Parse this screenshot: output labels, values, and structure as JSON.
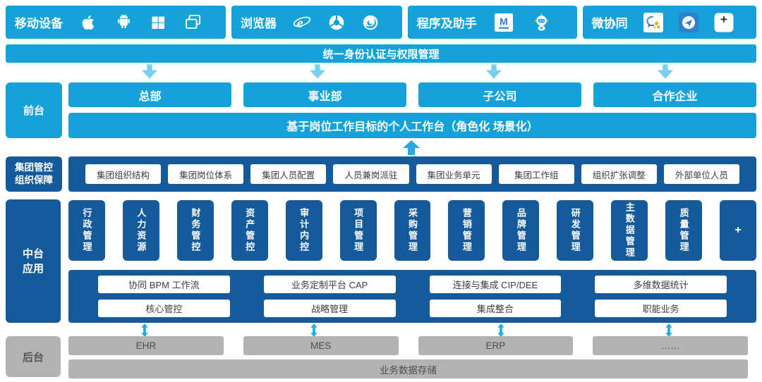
{
  "colors": {
    "cyan": "#14a2d8",
    "dark_blue": "#155a9b",
    "gray_box": "#b3b3b3",
    "light_arrow": "#79cfee",
    "solid_arrow": "#29a9e0"
  },
  "access_row": {
    "mobile": {
      "label": "移动设备",
      "icons": [
        "apple-icon",
        "android-icon",
        "windows-icon",
        "multi-window-icon"
      ]
    },
    "browser": {
      "label": "浏览器",
      "icons": [
        "ie-browser-icon",
        "chrome-browser-icon",
        "firefox-browser-icon"
      ]
    },
    "assistant": {
      "label": "程序及助手",
      "icons": [
        "m-app-icon",
        "robot-assistant-icon"
      ]
    },
    "collab": {
      "label": "微协同",
      "icons": [
        "wechat-work-icon",
        "blue-bird-app-icon",
        "plus-app-icon"
      ]
    }
  },
  "identity_bar": "统一身份认证与权限管理",
  "front": {
    "side_label": "前台",
    "orgs": [
      "总部",
      "事业部",
      "子公司",
      "合作企业"
    ],
    "workbench": "基于岗位工作目标的个人工作台（角色化 场景化）"
  },
  "governance": {
    "side_label_line1": "集团管控",
    "side_label_line2": "组织保障",
    "items": [
      "集团组织结构",
      "集团岗位体系",
      "集团人员配置",
      "人员兼岗派驻",
      "集团业务单元",
      "集团工作组",
      "组织扩张调整",
      "外部单位人员"
    ]
  },
  "middle": {
    "side_label_line1": "中台",
    "side_label_line2": "应用",
    "apps": [
      "行政管理",
      "人力资源",
      "财务管控",
      "资产管控",
      "审计内控",
      "项目管理",
      "采购管理",
      "营销管理",
      "品牌管理",
      "研发管理",
      "主数据管理",
      "质量管理"
    ],
    "more_label": "+",
    "platforms_row1": [
      "协同 BPM 工作流",
      "业务定制平台 CAP",
      "连接与集成 CIP/DEE",
      "多维数据统计"
    ],
    "platforms_row2": [
      "核心管控",
      "战略管理",
      "集成整合",
      "职能业务"
    ]
  },
  "backend": {
    "side_label": "后台",
    "systems": [
      "EHR",
      "MES",
      "ERP",
      "……"
    ],
    "storage": "业务数据存储"
  }
}
